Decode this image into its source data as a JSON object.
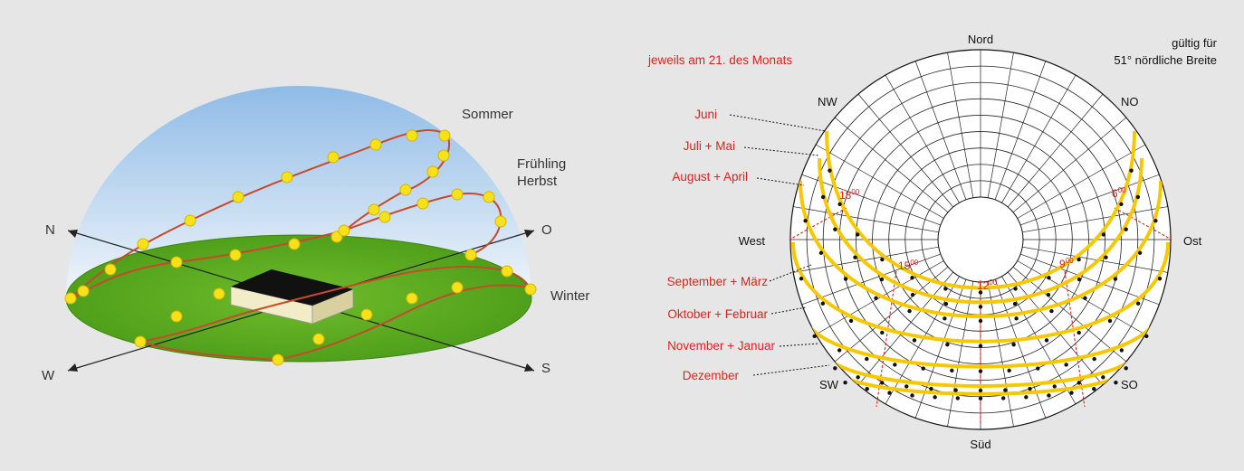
{
  "left": {
    "path_labels": {
      "summer": "Sommer",
      "spring": "Frühling",
      "autumn": "Herbst",
      "winter": "Winter"
    },
    "compass": {
      "north": "N",
      "east": "O",
      "south": "S",
      "west": "W"
    }
  },
  "right": {
    "note": "jeweils am 21. des Monats",
    "validity_line1": "gültig für",
    "validity_line2": "51° nördliche Breite",
    "directions": {
      "north": "Nord",
      "south": "Süd",
      "west": "West",
      "east": "Ost",
      "nw": "NW",
      "no": "NO",
      "sw": "SW",
      "so": "SO"
    },
    "months": [
      "Juni",
      "Juli + Mai",
      "August + April",
      "September + März",
      "Oktober + Februar",
      "November + Januar",
      "Dezember"
    ],
    "hours": [
      {
        "h": "18",
        "m": "00"
      },
      {
        "h": "15",
        "m": "00"
      },
      {
        "h": "12",
        "m": "00"
      },
      {
        "h": "9",
        "m": "00"
      },
      {
        "h": "6",
        "m": "00"
      }
    ]
  },
  "colors": {
    "background": "#e6e6e6",
    "sun_path": "#f5c800",
    "label_red": "#e0201c",
    "ground": "#5ca81e",
    "sky": "#a9cdef"
  }
}
